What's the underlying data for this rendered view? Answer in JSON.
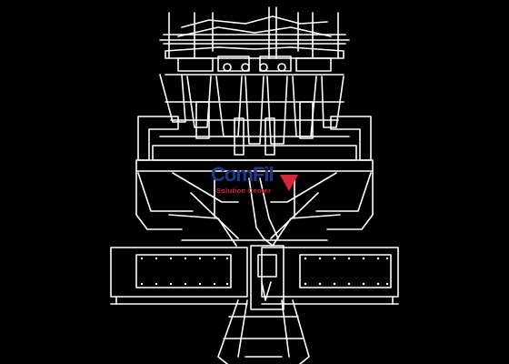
{
  "diagram": {
    "subject": "multihead-weigher-line-drawing",
    "line_color": "#ffffff",
    "background_color": "#000000"
  },
  "logo": {
    "name_part1": "Com",
    "name_part2": "Fil",
    "tagline": "Solution Center",
    "colors": {
      "blue": "#1f3a8a",
      "red": "#d6283a"
    }
  }
}
